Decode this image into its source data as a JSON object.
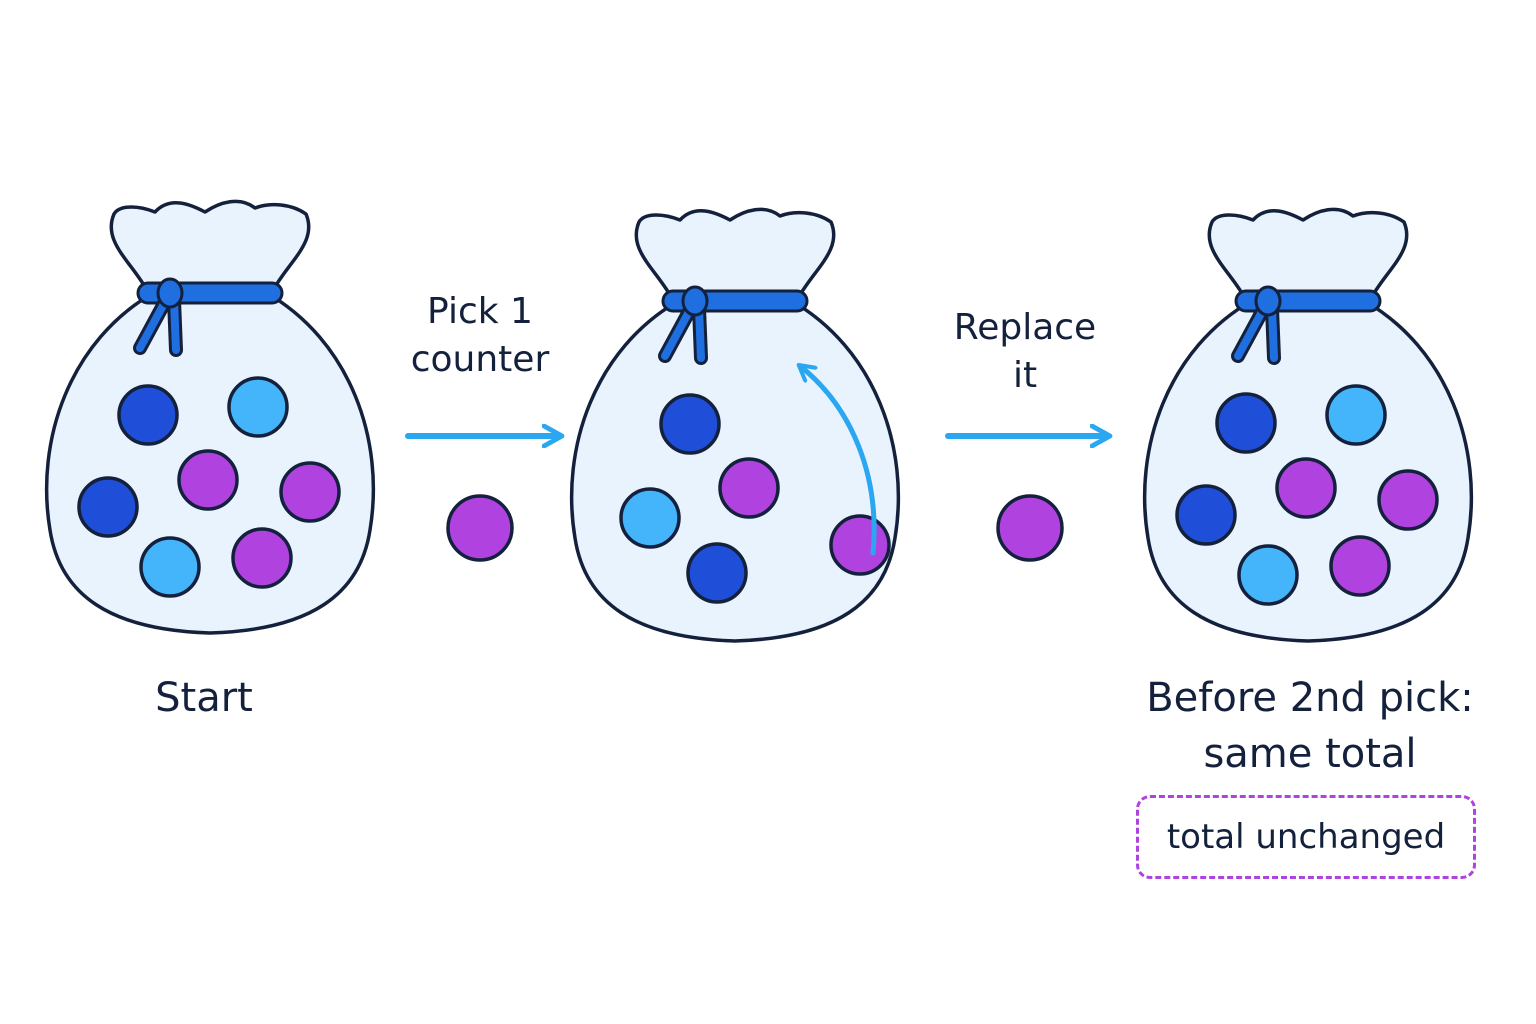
{
  "colors": {
    "outline": "#14213d",
    "bag_fill": "#e9f3fd",
    "tie": "#1f6fe0",
    "arrow": "#2aa7f0",
    "dark_blue": "#1f4fd8",
    "light_blue": "#45b5fb",
    "purple": "#b042e0",
    "badge_border": "#b042e0"
  },
  "stages": [
    {
      "caption_lines": [
        "Start"
      ],
      "counters": [
        "dark_blue",
        "light_blue",
        "purple",
        "purple",
        "dark_blue",
        "light_blue",
        "purple"
      ]
    },
    {
      "caption_lines": [],
      "counters": [
        "dark_blue",
        "purple",
        "purple",
        "light_blue",
        "dark_blue"
      ]
    },
    {
      "caption_lines": [
        "Before 2nd pick:",
        "same total"
      ],
      "counters": [
        "dark_blue",
        "light_blue",
        "purple",
        "purple",
        "dark_blue",
        "light_blue",
        "purple"
      ]
    }
  ],
  "steps": [
    {
      "label_lines": [
        "Pick 1",
        "counter"
      ],
      "counter": "purple"
    },
    {
      "label_lines": [
        "Replace",
        "it"
      ],
      "counter": "purple"
    }
  ],
  "badge": {
    "text": "total unchanged"
  }
}
